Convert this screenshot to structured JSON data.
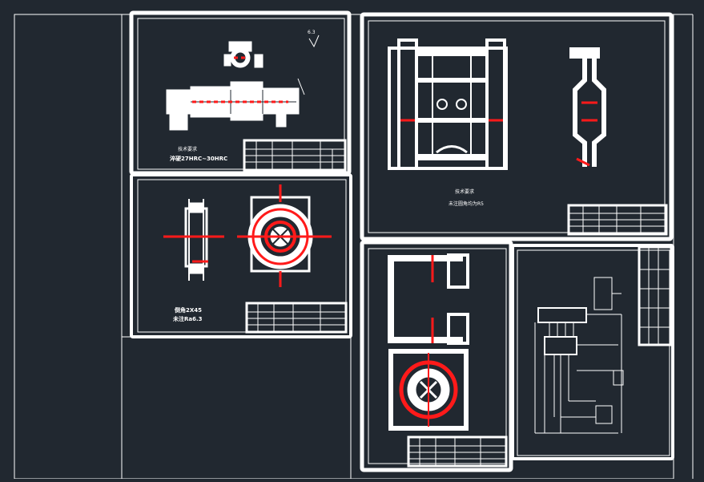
{
  "colors": {
    "background": "#212830",
    "line": "#ffffff",
    "accent": "#ff1a1a",
    "sheet": "#212830"
  },
  "sheets": [
    {
      "name": "sheet-top-left",
      "labels": {
        "note_title": "技术要求",
        "note_line": "淬硬27HRC~30HRC",
        "roughness": "6.3"
      }
    },
    {
      "name": "sheet-mid-left",
      "labels": {
        "chamfer": "倒角2X45",
        "roughness": "未注Ra6.3"
      }
    },
    {
      "name": "sheet-right-top",
      "labels": {
        "note_title": "技术要求",
        "note_line": "未注圆角均为R5"
      }
    },
    {
      "name": "sheet-right-bottom",
      "labels": {}
    },
    {
      "name": "sheet-circuit",
      "labels": {}
    }
  ]
}
